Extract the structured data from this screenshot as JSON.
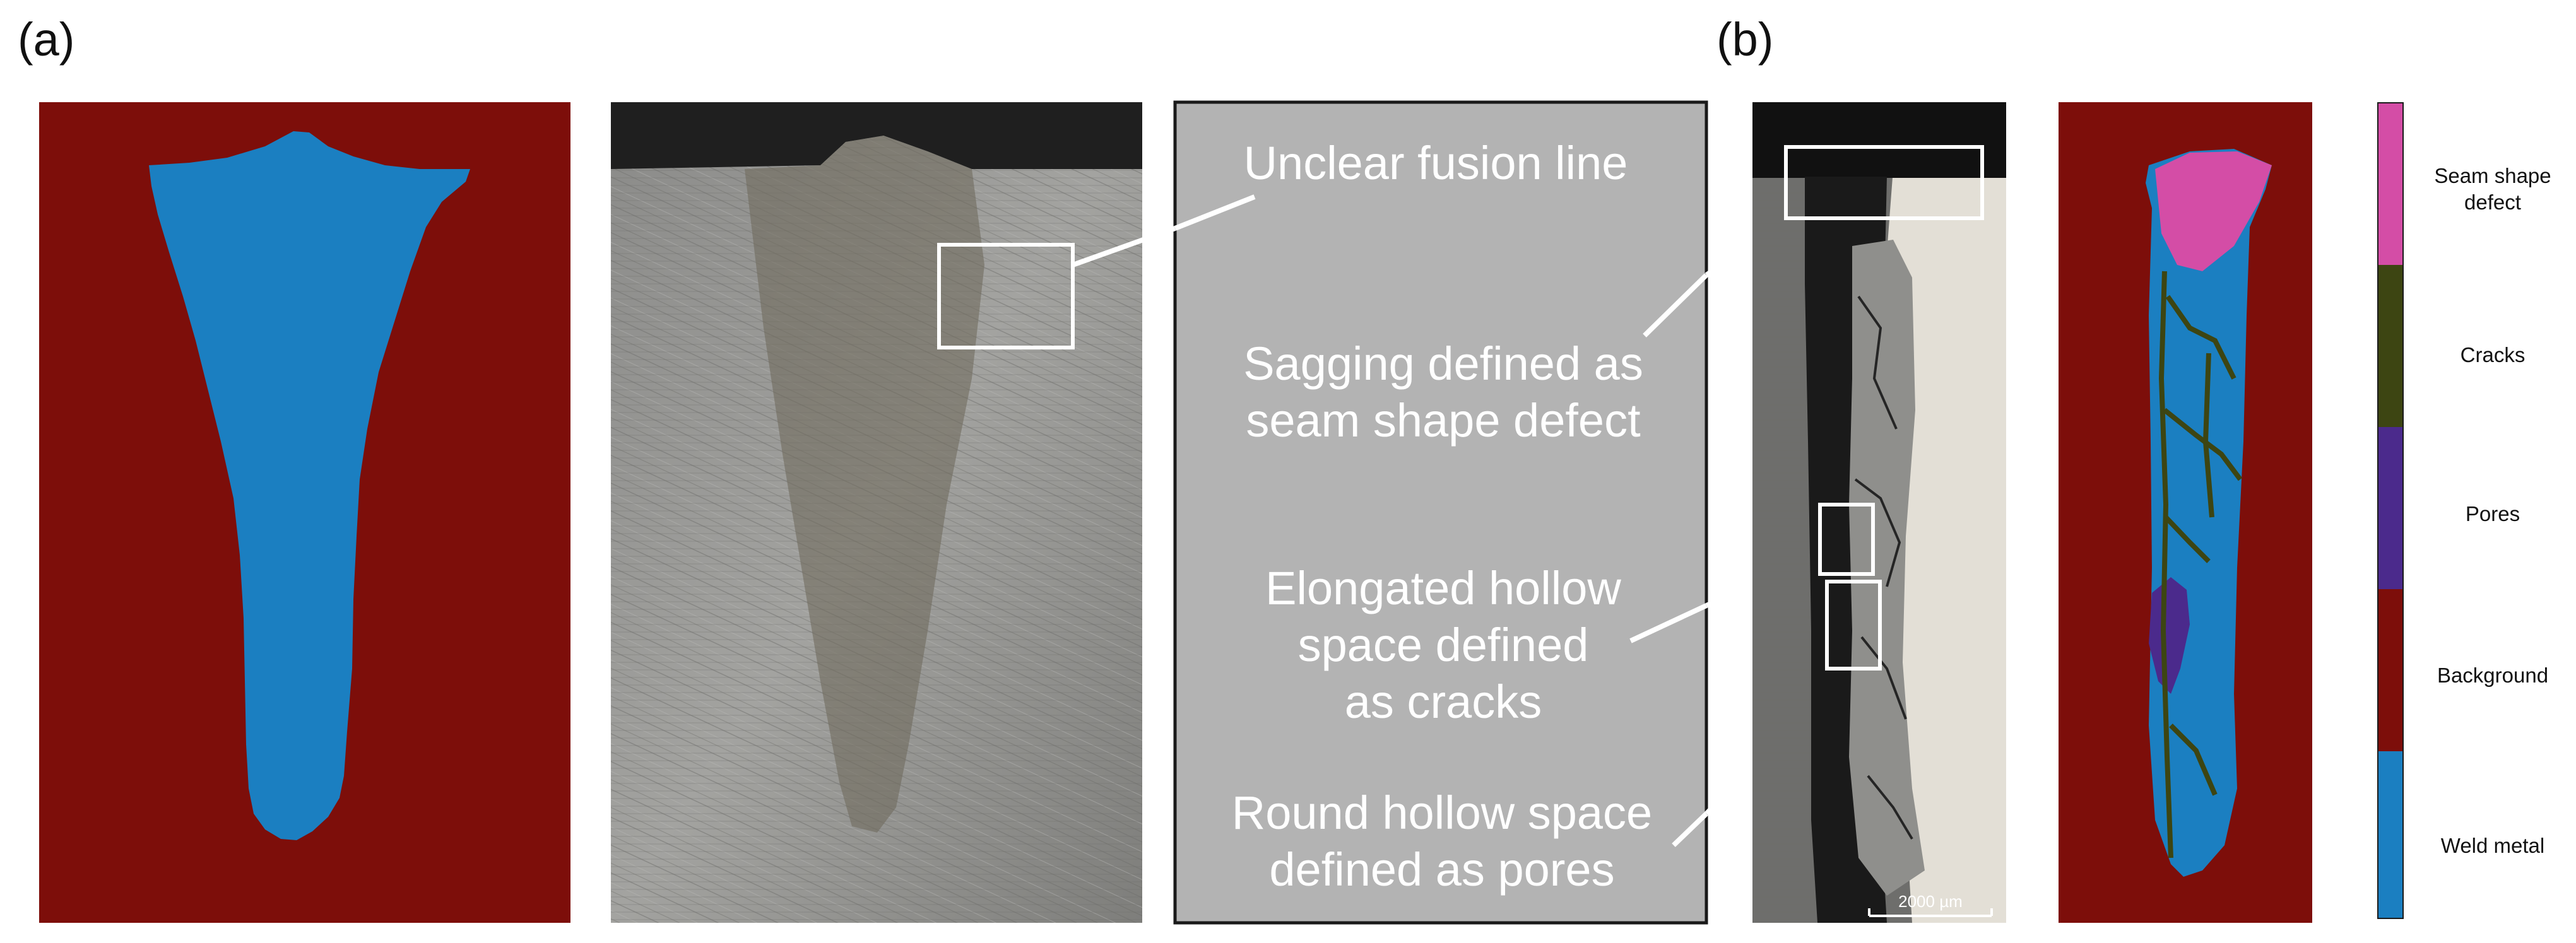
{
  "figure": {
    "panel_a_label": "(a)",
    "panel_b_label": "(b)",
    "annotations": {
      "fusion_line": "Unclear fusion line",
      "sagging_line1": "Sagging defined as",
      "sagging_line2": "seam shape defect",
      "elongated_line1": "Elongated hollow",
      "elongated_line2": "space defined",
      "elongated_line3": "as cracks",
      "round_line1": "Round hollow space",
      "round_line2": "defined as pores"
    },
    "scale_bar": "2000 µm",
    "legend": {
      "items": [
        {
          "label_lines": [
            "Seam shape",
            "defect"
          ],
          "color": "#D44DA6"
        },
        {
          "label_lines": [
            "Cracks"
          ],
          "color": "#3D4512"
        },
        {
          "label_lines": [
            "Pores"
          ],
          "color": "#4B2A8C"
        },
        {
          "label_lines": [
            "Background"
          ],
          "color": "#7D0E0A"
        },
        {
          "label_lines": [
            "Weld metal"
          ],
          "color": "#1B7FC1"
        }
      ]
    },
    "colors": {
      "background_class": "#7D0E0A",
      "weld_metal": "#1B7FC1",
      "annotation_panel": "#B3B3B3"
    }
  }
}
